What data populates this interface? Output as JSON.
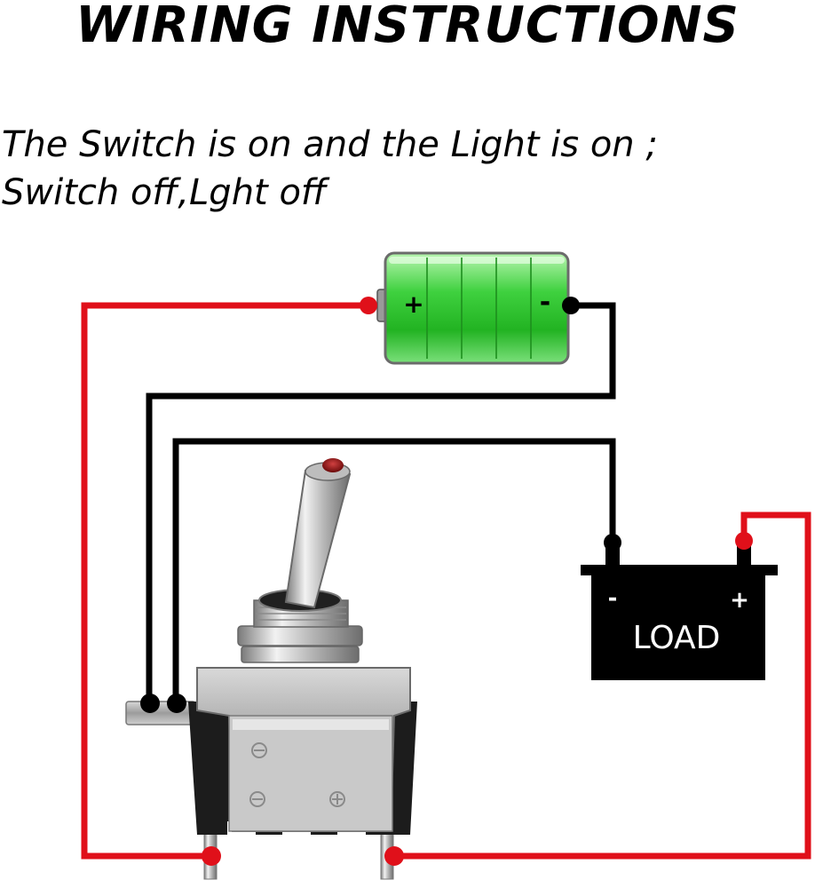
{
  "title": "WIRING INSTRUCTIONS",
  "caption": {
    "line1": "The Switch is on and the Light is on ;",
    "line2": "Switch off,Lght off"
  },
  "battery": {
    "positive_mark": "+",
    "negative_mark": "-",
    "color": "#3fd13f"
  },
  "load": {
    "label": "LOAD",
    "negative_mark": "-",
    "positive_mark": "+",
    "color": "#000000"
  },
  "switch": {
    "lamp_color": "#8b1010"
  },
  "wires": {
    "positive_color": "#e0101a",
    "negative_color": "#000000"
  }
}
